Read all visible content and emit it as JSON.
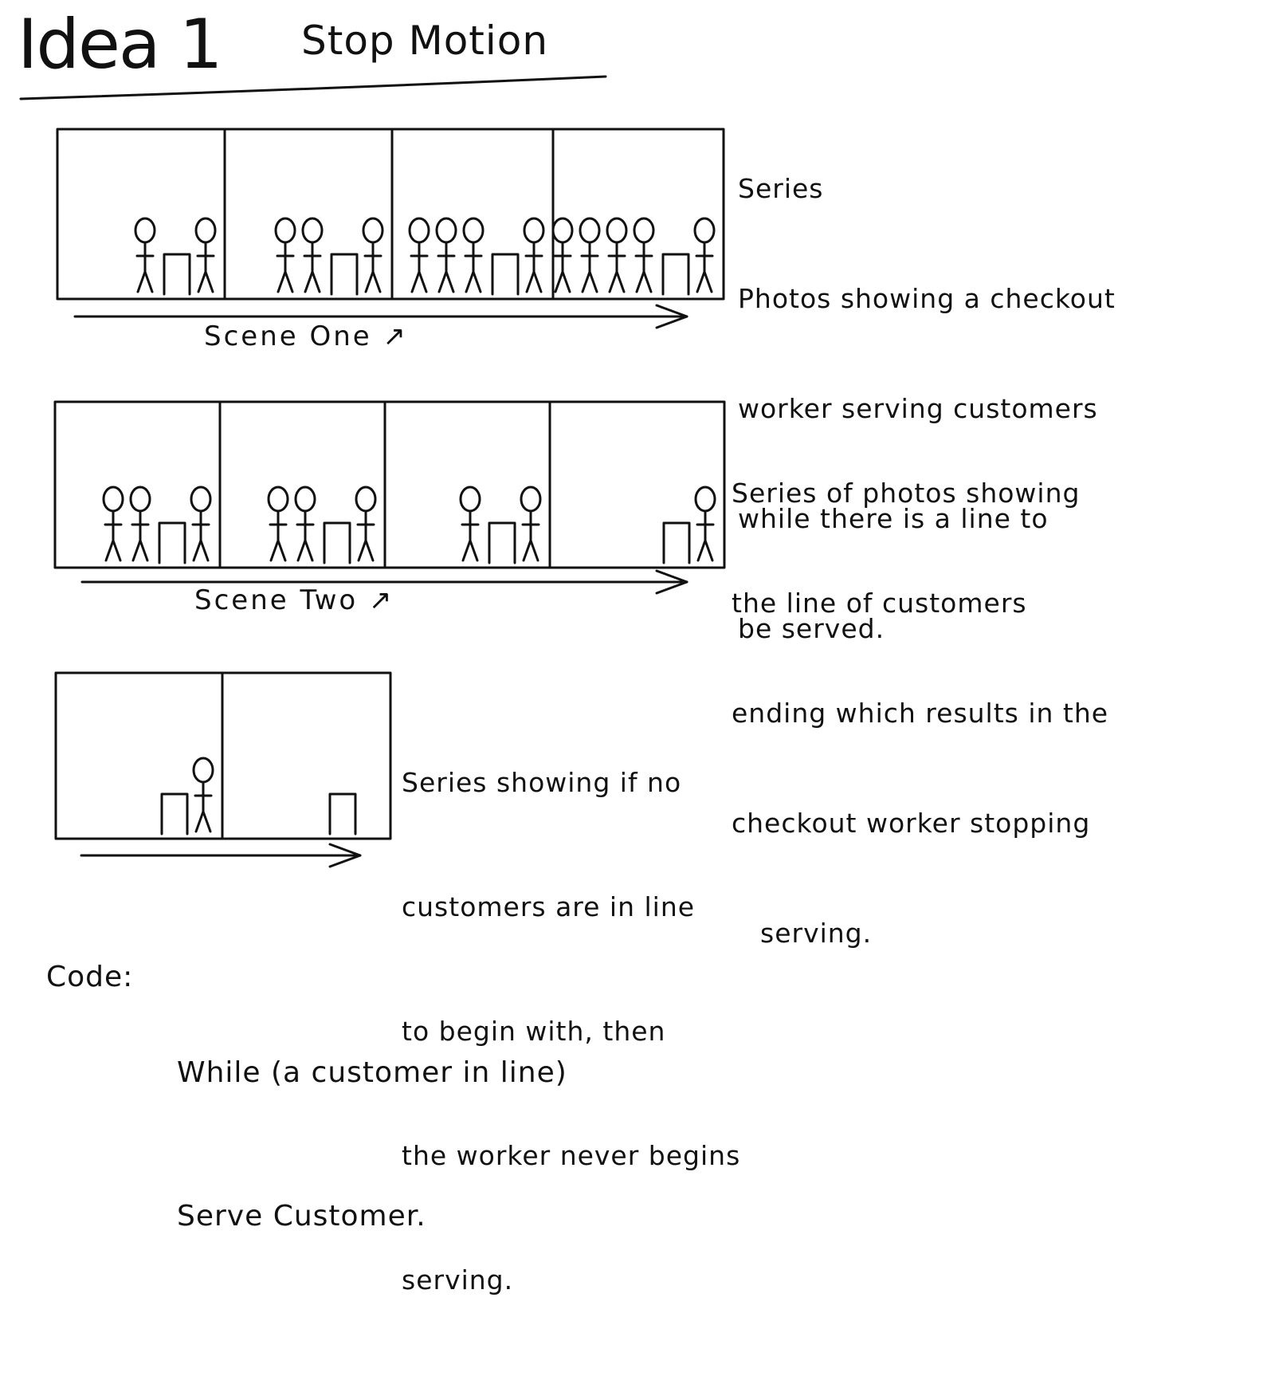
{
  "heading": {
    "title": "Idea 1",
    "subtitle": "Stop Motion"
  },
  "scenes": [
    {
      "label": "Scene One",
      "caption_lines": [
        "Series",
        "Photos showing a checkout",
        "worker serving customers",
        "while there is a line to",
        "be served."
      ],
      "frames": [
        {
          "customers": 1,
          "worker": true
        },
        {
          "customers": 2,
          "worker": true
        },
        {
          "customers": 3,
          "worker": true
        },
        {
          "customers": 4,
          "worker": true
        }
      ]
    },
    {
      "label": "Scene Two",
      "caption_lines": [
        "Series of photos showing",
        "the line of customers",
        "ending which results in the",
        "checkout worker stopping",
        "serving."
      ],
      "frames": [
        {
          "customers": 2,
          "worker": true
        },
        {
          "customers": 2,
          "worker": true
        },
        {
          "customers": 1,
          "worker": true
        },
        {
          "customers": 0,
          "worker": true
        }
      ]
    },
    {
      "label": "",
      "caption_lines": [
        "Series showing if no",
        "customers are in line",
        "to begin with, then",
        "the worker never begins",
        "serving."
      ],
      "frames": [
        {
          "customers": 0,
          "worker": true
        },
        {
          "customers": 0,
          "worker": false
        }
      ]
    }
  ],
  "code": {
    "label": "Code:",
    "lines": [
      "While (a customer in line)",
      "Serve Customer."
    ]
  }
}
